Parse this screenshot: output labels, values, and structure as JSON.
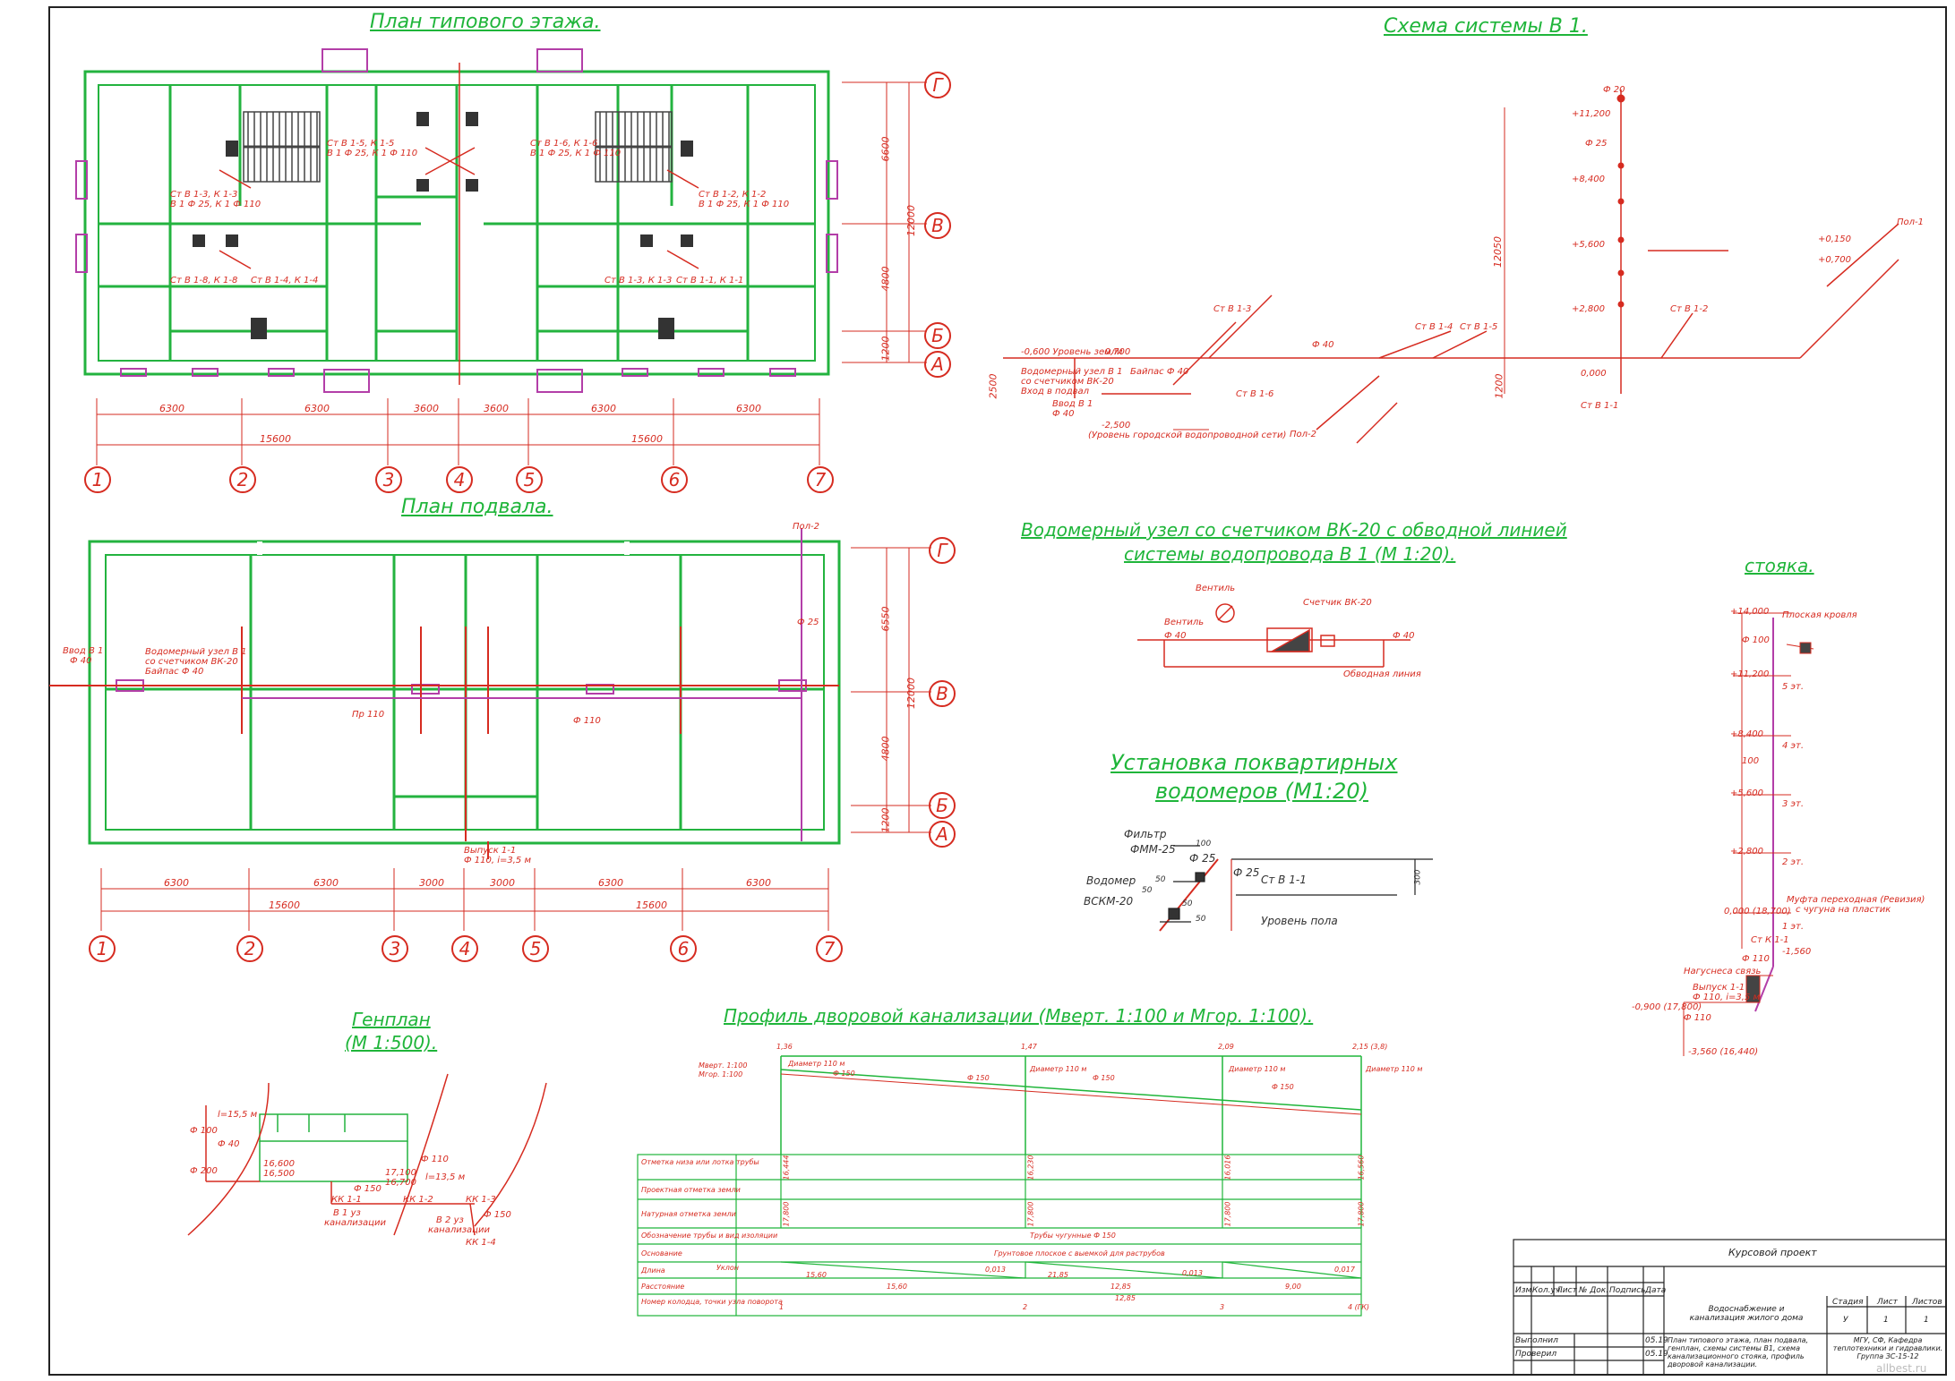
{
  "titles": {
    "floor_plan": "План типового этажа.",
    "scheme_v1": "Схема системы В 1.",
    "basement_plan": "План подвала.",
    "meter_unit_1": "Водомерный узел со счетчиком ВК-20 с обводной линией",
    "meter_unit_2": "системы водопровода  В 1 (М 1:20).",
    "riser_1": "стояка.",
    "apartment_meters_1": "Установка поквартирных",
    "apartment_meters_2": "водомеров (М1:20)",
    "genplan_1": "Генплан",
    "genplan_2": "(М 1:500).",
    "profile": "Профиль дворовой канализации (Мверт. 1:100 и Мгор. 1:100)."
  },
  "axes_rows": [
    "Г",
    "В",
    "Б",
    "А"
  ],
  "axes_cols": [
    "1",
    "2",
    "3",
    "4",
    "5",
    "6",
    "7"
  ],
  "floor_dims": {
    "spans": [
      "6300",
      "6300",
      "3600",
      "3600",
      "6300",
      "6300"
    ],
    "halves": [
      "15600",
      "15600"
    ],
    "vertical": [
      "6600",
      "12000",
      "4800",
      "1200"
    ]
  },
  "basement_dims": {
    "spans": [
      "6300",
      "6300",
      "3000",
      "3000",
      "6300",
      "6300"
    ],
    "halves": [
      "15600",
      "15600"
    ],
    "vertical": [
      "6550",
      "12000",
      "4800",
      "1200"
    ]
  },
  "floor_labels": [
    "Ст В 1-5, К 1-5",
    "В 1 Ф 25, К 1 Ф 110",
    "Ст В 1-6, К 1-6",
    "В 1 Ф 25, К 1 Ф 110",
    "Ст В 1-3, К 1-3",
    "В 1 Ф 25, К 1 Ф 110",
    "Ст В 1-2, К 1-2",
    "В 1 Ф 25, К 1 Ф 110",
    "Ст В 1-8, К 1-8",
    "Ст В 1-4, К 1-4",
    "Ст В 1-3, К 1-3",
    "Ст В 1-1, К 1-1"
  ],
  "basement_labels": [
    "Ввод В 1",
    "Ф 40",
    "Водомерный узел В 1",
    "со счетчиком ВК-20",
    "Байпас Ф 40",
    "Пр 110",
    "Выпуск 1-1",
    "Ф 110, i=3,5 м",
    "Пол-2",
    "Ф 25",
    "Ф 110"
  ],
  "scheme_labels": [
    "-0,600 Уровень земли",
    "-0,700",
    "Водомерный узел В 1",
    "со счетчиком ВК-20",
    "Вход в подвал",
    "Байпас Ф 40",
    "Ввод В 1",
    "Ф 40",
    "-2,500",
    "(Уровень городской водопроводной сети)",
    "Ст В 1-1",
    "Ст В 1-2",
    "Ст В 1-3",
    "Ст В 1-4",
    "Ст В 1-5",
    "Ст В 1-6",
    "+11,200",
    "+8,400",
    "+5,600",
    "+2,800",
    "0,000",
    "Пол-1",
    "Пол-2",
    "+0,150",
    "+0,700",
    "Ф 25",
    "Ф 40",
    "Ф 20",
    "12050",
    "1200",
    "2500"
  ],
  "meter_unit_labels": [
    "Вентиль",
    "Вентиль",
    "Счетчик ВК-20",
    "Ф 40",
    "Ф 40",
    "Обводная линия"
  ],
  "apartment_meter_labels": [
    "Фильтр",
    "ФММ-25",
    "Водомер",
    "ВСКМ-20",
    "Ф 25",
    "Ф 25",
    "Ст В 1-1",
    "Уровень пола",
    "100",
    "50",
    "50",
    "50",
    "50",
    "300"
  ],
  "riser_labels": [
    "+14,000",
    "Плоская кровля",
    "+11,200",
    "+8,400",
    "+5,600",
    "+2,800",
    "0,000 (18,700)",
    "-1,560",
    "-0,900 (17,800)",
    "-3,560 (16,440)",
    "5 эт.",
    "4 эт.",
    "3 эт.",
    "2 эт.",
    "1 эт.",
    "Муфта переходная (Ревизия)",
    "с чугуна на пластик",
    "Ст К 1-1",
    "Выпуск 1-1",
    "Ф 110, i=3,5 м",
    "Ф 110",
    "Ф 100",
    "Нагуснеса связь",
    "100",
    "Ф 110"
  ],
  "genplan_labels": [
    "Ф 100",
    "Ф 200",
    "Ф 40",
    "КК 1-1",
    "КК 1-2",
    "КК 1-3",
    "КК 1-4",
    "16,600",
    "16,500",
    "Ф 150",
    "17,100",
    "16,700",
    "В 1 уз",
    "канализации",
    "В 2 уз",
    "канализации",
    "l=15,5 м",
    "Ф 110",
    "Ф 150",
    "l=13,5 м"
  ],
  "profile": {
    "scale_v": "Мверт. 1:100",
    "scale_h": "Мгор. 1:100",
    "top_marks": [
      "1,36",
      "1,47",
      "2,09",
      "2,15 (3,8)"
    ],
    "pipe_notes": [
      "Диаметр 110 м",
      "Диаметр 110 м",
      "Диаметр 110 м",
      "Диаметр 110 м",
      "Ф 150",
      "Ф 150",
      "Ф 150",
      "Ф 150"
    ],
    "rows": [
      "Отметка низа или лотка трубы",
      "Проектная отметка земли",
      "Натурная отметка земли",
      "Обозначение трубы и вид изоляции",
      "Основание",
      "Длина",
      "Расстояние",
      "Номер колодца, точки узла поворота"
    ],
    "low_marks": [
      "16,444",
      "16,230",
      "16,016",
      "16,560"
    ],
    "ground_marks": [
      "17,800",
      "17,800",
      "17,800",
      "17,800"
    ],
    "pipe_type": "Трубы чугунные Ф 150",
    "foundation": "Грунтовое плоское с выемкой для раструбов",
    "slope_label": "Уклон",
    "slopes": [
      "0,013",
      "0,013",
      "0,017"
    ],
    "lengths": [
      "15,60",
      "21,85",
      "12,85"
    ],
    "distances": [
      "15,60",
      "12,85",
      "9,00"
    ],
    "wells": [
      "1",
      "2",
      "3",
      "4 (ГК)"
    ]
  },
  "stamp": {
    "project": "Курсовой проект",
    "headers": [
      "Изм",
      "Кол.уч.",
      "Лист",
      "№ Док.",
      "Подпись",
      "Дата"
    ],
    "subject": "Водоснабжение и канализация жилого дома",
    "stage_head": "Стадия",
    "sheet_head": "Лист",
    "sheets_head": "Листов",
    "stage": "У",
    "sheet": "1",
    "sheets": "1",
    "roles": [
      "Выполнил",
      "Проверил"
    ],
    "dates": [
      "05.19",
      "05.19"
    ],
    "description": "План типового этажа, план подвала, генплан, схемы системы В1, схема канализационного стояка, профиль дворовой канализации.",
    "org": "МГУ, СФ, Кафедра теплотехники и гидравлики. Группа ЗС-15-12"
  },
  "watermark": "allbest.ru",
  "colors": {
    "wall": "#23b33f",
    "pipe": "#d62b20",
    "title": "#1fb53a",
    "stair": "#444444",
    "dim": "#d62b20",
    "violet": "#b33ea8"
  }
}
